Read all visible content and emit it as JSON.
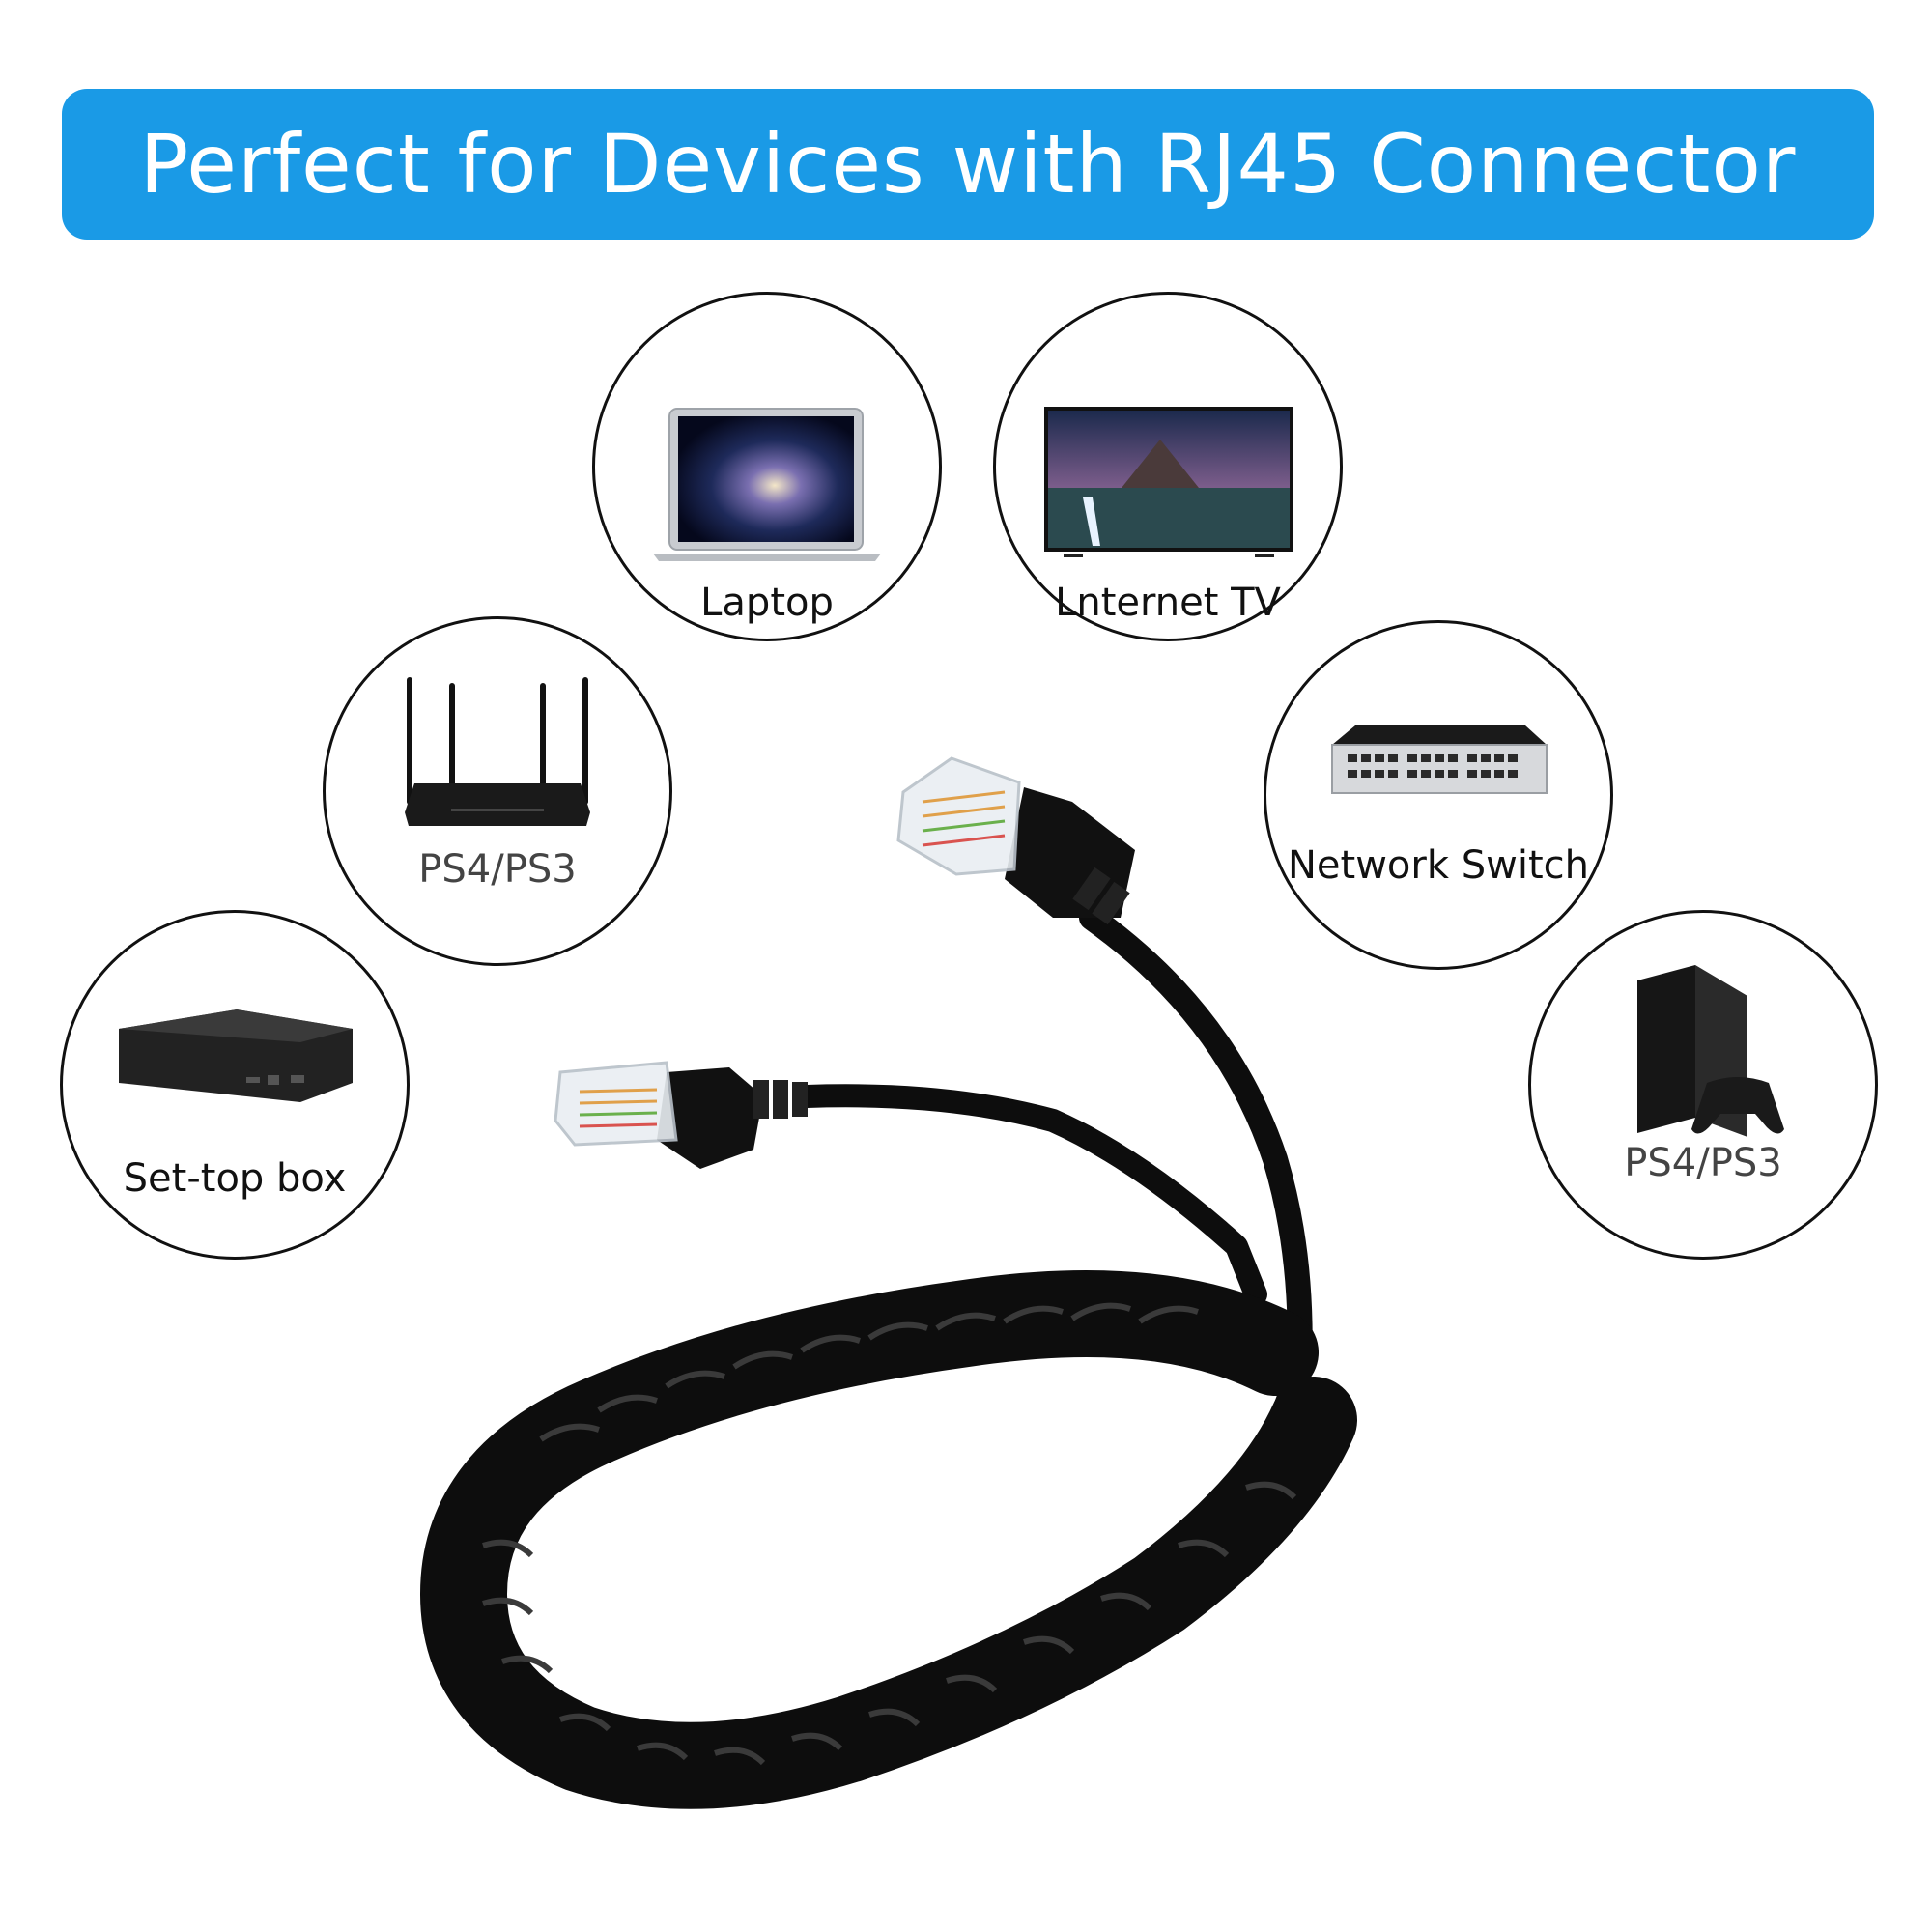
{
  "banner": {
    "title": "Perfect for Devices with RJ45 Connector",
    "color": "#1a9ae6"
  },
  "devices": [
    {
      "label": "Laptop",
      "icon": "laptop-icon"
    },
    {
      "label": "Lnternet TV",
      "icon": "tv-icon"
    },
    {
      "label": "PS4/PS3",
      "icon": "router-icon"
    },
    {
      "label": "Network Switch",
      "icon": "network-switch-icon"
    },
    {
      "label": "Set-top box",
      "icon": "set-top-box-icon"
    },
    {
      "label": "PS4/PS3",
      "icon": "game-console-icon"
    }
  ],
  "product": {
    "name": "coiled-rj45-cable",
    "color": "#111111"
  }
}
